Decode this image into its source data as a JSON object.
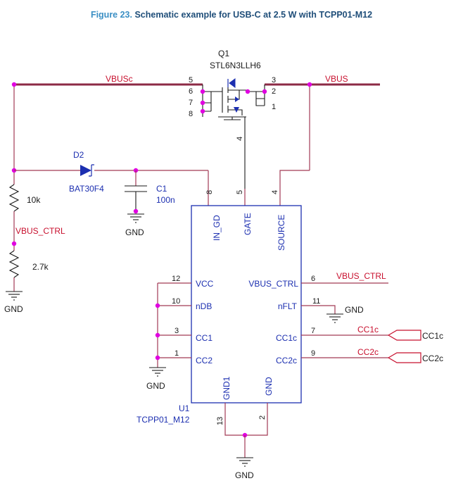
{
  "figure": {
    "number": "Figure 23.",
    "title": "Schematic example for USB-C at 2.5 W with TCPP01-M12"
  },
  "mosfet": {
    "ref": "Q1",
    "part": "STL6N3LLH6",
    "pins_left": [
      "5",
      "6",
      "7",
      "8"
    ],
    "pins_right": [
      "3",
      "2",
      "1"
    ],
    "gate_pin": "4"
  },
  "diode": {
    "ref": "D2",
    "part": "BAT30F4"
  },
  "capacitor": {
    "ref": "C1",
    "value": "100n"
  },
  "resistors": {
    "r_top": "10k",
    "r_bottom": "2.7k"
  },
  "ic": {
    "ref": "U1",
    "part": "TCPP01_M12",
    "top_pins": [
      {
        "num": "8",
        "name": "IN_GD"
      },
      {
        "num": "5",
        "name": "GATE"
      },
      {
        "num": "4",
        "name": "SOURCE"
      }
    ],
    "left_pins": [
      {
        "num": "12",
        "name": "VCC"
      },
      {
        "num": "10",
        "name": "nDB"
      },
      {
        "num": "3",
        "name": "CC1"
      },
      {
        "num": "1",
        "name": "CC2"
      }
    ],
    "right_pins": [
      {
        "num": "6",
        "name": "VBUS_CTRL"
      },
      {
        "num": "11",
        "name": "nFLT"
      },
      {
        "num": "7",
        "name": "CC1c"
      },
      {
        "num": "9",
        "name": "CC2c"
      }
    ],
    "bottom_pins": [
      {
        "num": "13",
        "name": "GND1"
      },
      {
        "num": "2",
        "name": "GND"
      }
    ]
  },
  "nets": {
    "vbusc": "VBUSc",
    "vbus": "VBUS",
    "vbus_ctrl_left": "VBUS_CTRL",
    "vbus_ctrl_right": "VBUS_CTRL",
    "cc1c_wire": "CC1c",
    "cc2c_wire": "CC2c",
    "cc1c_port": "CC1c",
    "cc2c_port": "CC2c"
  },
  "grounds": {
    "left": "GND",
    "cap": "GND",
    "nflt": "GND",
    "ic_left": "GND",
    "bottom": "GND"
  },
  "colors": {
    "ic_outline": "#1c2fb0",
    "net_label": "#c8102e",
    "junction": "#e000e0",
    "bus": "#8c2a45"
  }
}
